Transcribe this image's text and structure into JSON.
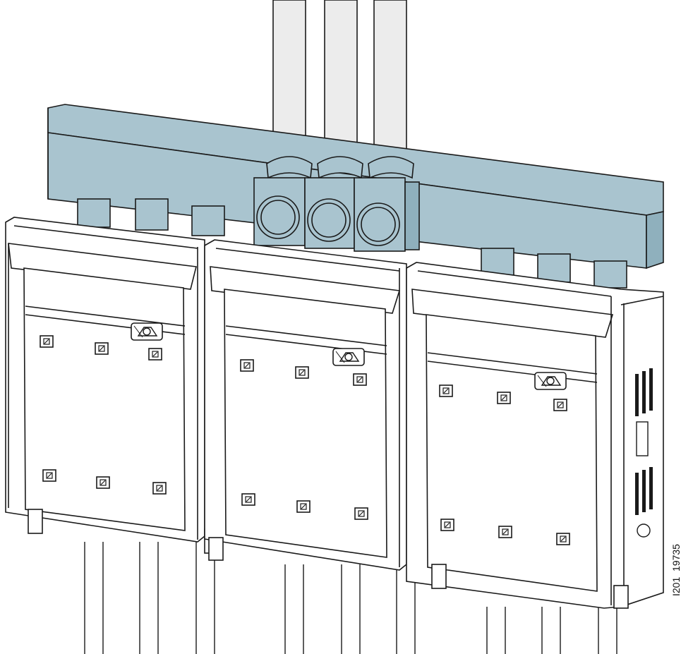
{
  "figure": {
    "reference_code": "I201_19735",
    "units": [
      "left",
      "center",
      "right"
    ],
    "busbar_color": "#a9c4cf",
    "line_color": "#1a1a1a",
    "housing_color": "#ffffff"
  }
}
